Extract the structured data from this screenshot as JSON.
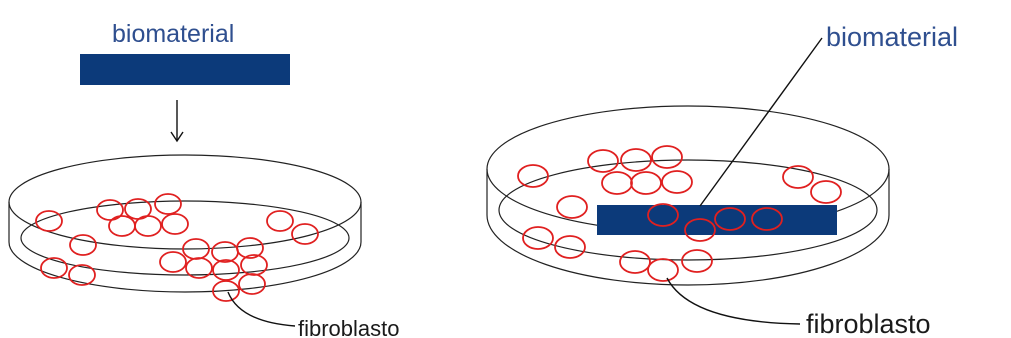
{
  "left_panel": {
    "biomaterial_label": "biomaterial",
    "fibroblast_label": "fibroblasto"
  },
  "right_panel": {
    "biomaterial_label": "biomaterial",
    "fibroblast_label": "fibroblasto"
  },
  "colors": {
    "biomaterial": "#0c3a7a",
    "cell_outline": "#e02020",
    "label_blue": "#2f4f8f",
    "outline": "#222222"
  }
}
